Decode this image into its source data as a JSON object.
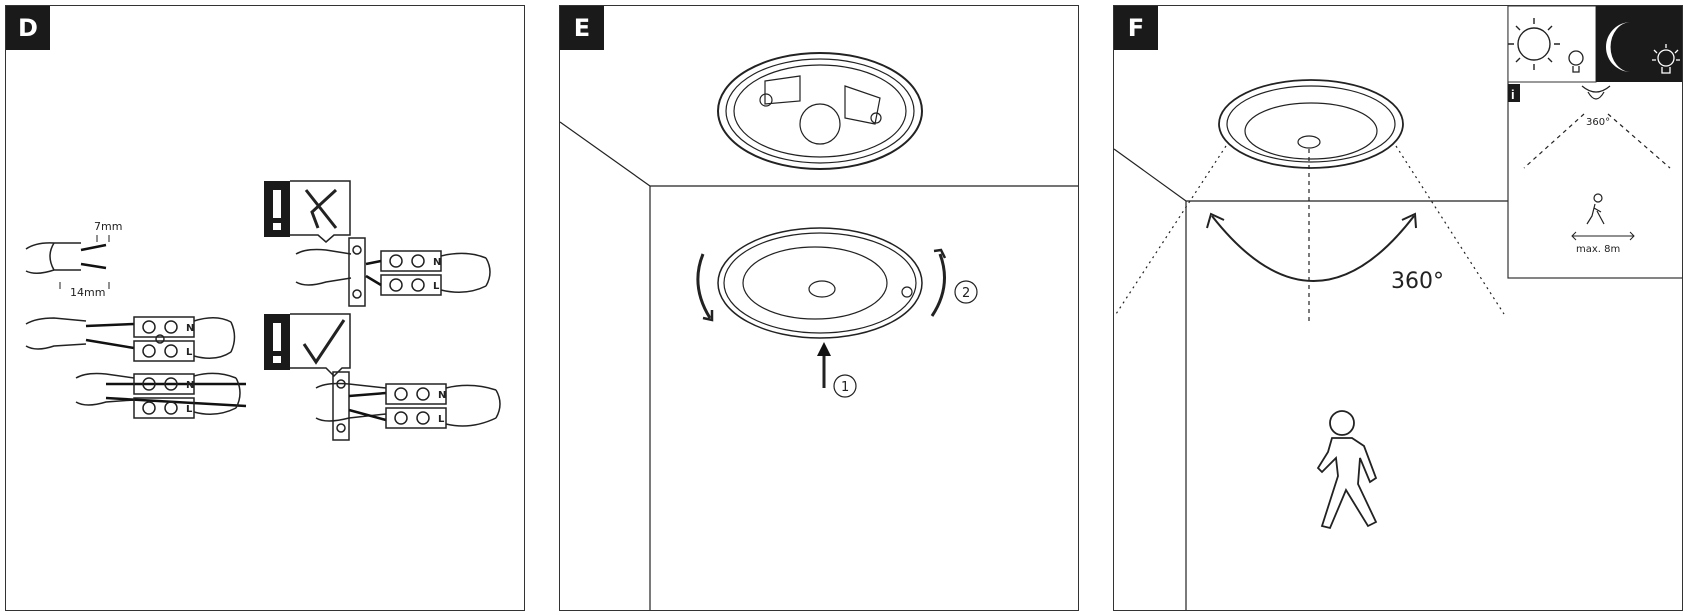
{
  "panels": [
    {
      "id": "D",
      "label": "D"
    },
    {
      "id": "E",
      "label": "E"
    },
    {
      "id": "F",
      "label": "F"
    }
  ],
  "wiring": {
    "strip_length_short": "7mm",
    "strip_length_long": "14mm",
    "terminal_n": "N",
    "terminal_l": "L"
  },
  "mounting": {
    "step_1": "1",
    "step_2": "2"
  },
  "sensor": {
    "angle": "360°",
    "info_angle": "360°",
    "range": "max. 8m",
    "info_icon": "i"
  },
  "icons": [
    "sun-icon",
    "bulb-icon",
    "moon-icon",
    "lit-bulb-icon",
    "walking-person-icon",
    "warning-icon",
    "cross-icon",
    "check-icon"
  ]
}
